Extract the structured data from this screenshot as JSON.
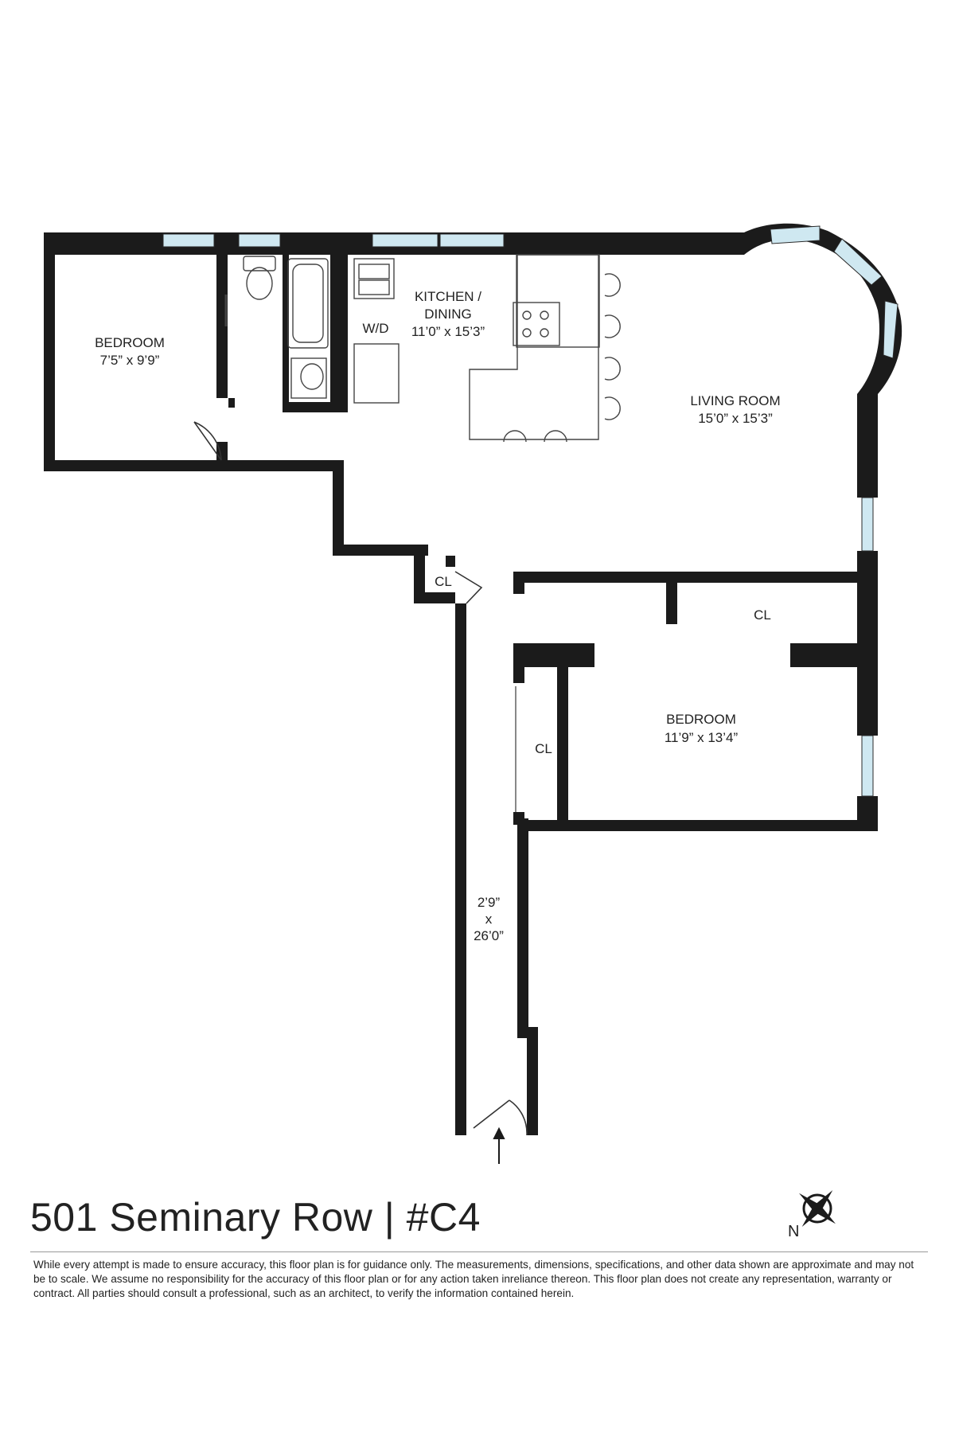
{
  "plan": {
    "rooms": {
      "bedroom1": {
        "name": "BEDROOM",
        "dims": "7’5” x 9’9”"
      },
      "kitchen": {
        "name_line1": "KITCHEN /",
        "name_line2": "DINING",
        "dims": "11’0” x 15’3”"
      },
      "wd": {
        "name": "W/D"
      },
      "living": {
        "name": "LIVING ROOM",
        "dims": "15’0” x 15’3”"
      },
      "bedroom2": {
        "name": "BEDROOM",
        "dims": "11’9” x 13’4”"
      },
      "closet_entry": {
        "name": "CL"
      },
      "closet_top": {
        "name": "CL"
      },
      "closet_side": {
        "name": "CL"
      },
      "hallway": {
        "line1": "2’9”",
        "line2": "x",
        "line3": "26’0”"
      }
    }
  },
  "footer": {
    "title": "501 Seminary Row | #C4",
    "compass_label": "N",
    "disclaimer": "While every attempt is made to ensure accuracy, this floor plan is for guidance only. The measurements, dimensions, specifications, and other data shown are approximate and may not be to scale.  We assume no responsibility for the accuracy of this floor plan or for any action taken inreliance thereon. This floor plan does not create any representation, warranty or contract. All parties should consult a professional, such as an architect, to verify the information contained herein."
  },
  "colors": {
    "wall": "#1b1b1b",
    "window": "#cfe8f1",
    "text": "#222222"
  }
}
